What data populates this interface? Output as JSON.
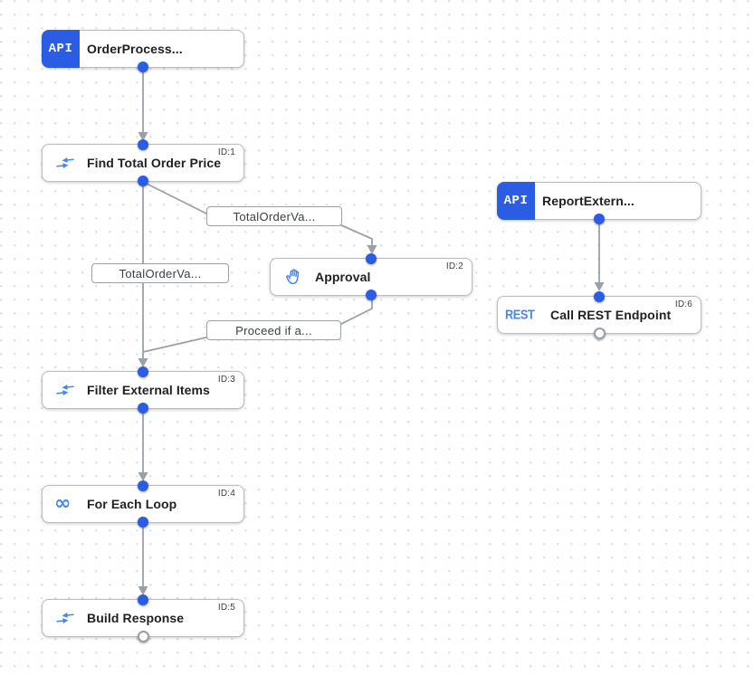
{
  "canvas": {
    "background_color": "#ffffff",
    "grid_dot_color": "#e0e2e6",
    "node_border_color": "#b9bdc2",
    "edge_color": "#9aa0a6",
    "port_blue": "#2b5ce4",
    "icon_blue": "#4285f4",
    "title_text_color": "#202124"
  },
  "icons": {
    "loop_glyph": "∞"
  },
  "nodes": [
    {
      "key": "order-trigger",
      "type": "api_trigger",
      "badge": "API",
      "title": "OrderProcess..."
    },
    {
      "key": "find-total-order-price",
      "type": "task",
      "icon": "data-mapping",
      "title": "Find Total Order Price",
      "task_id": "ID:1"
    },
    {
      "key": "approval",
      "type": "task",
      "icon": "hand",
      "title": "Approval",
      "task_id": "ID:2"
    },
    {
      "key": "filter-external-items",
      "type": "task",
      "icon": "data-mapping",
      "title": "Filter External Items",
      "task_id": "ID:3"
    },
    {
      "key": "for-each-loop",
      "type": "task",
      "icon": "loop",
      "title": "For Each Loop",
      "task_id": "ID:4"
    },
    {
      "key": "build-response",
      "type": "task",
      "icon": "data-mapping",
      "title": "Build Response",
      "task_id": "ID:5"
    },
    {
      "key": "report-trigger",
      "type": "api_trigger",
      "badge": "API",
      "title": "ReportExtern..."
    },
    {
      "key": "call-rest-endpoint",
      "type": "task",
      "icon": "rest",
      "icon_text": "REST",
      "title": "Call REST Endpoint",
      "task_id": "ID:6"
    }
  ],
  "edge_labels": [
    {
      "key": "label-find-to-approval",
      "text": "TotalOrderVa..."
    },
    {
      "key": "label-find-to-filter",
      "text": "TotalOrderVa..."
    },
    {
      "key": "label-approval-to-filter",
      "text": "Proceed if a..."
    }
  ],
  "edges": [
    {
      "from": "order-trigger",
      "to": "find-total-order-price"
    },
    {
      "from": "find-total-order-price",
      "to": "approval",
      "label": "TotalOrderVa..."
    },
    {
      "from": "find-total-order-price",
      "to": "filter-external-items",
      "label": "TotalOrderVa..."
    },
    {
      "from": "approval",
      "to": "filter-external-items",
      "label": "Proceed if a..."
    },
    {
      "from": "filter-external-items",
      "to": "for-each-loop"
    },
    {
      "from": "for-each-loop",
      "to": "build-response"
    },
    {
      "from": "report-trigger",
      "to": "call-rest-endpoint"
    }
  ]
}
